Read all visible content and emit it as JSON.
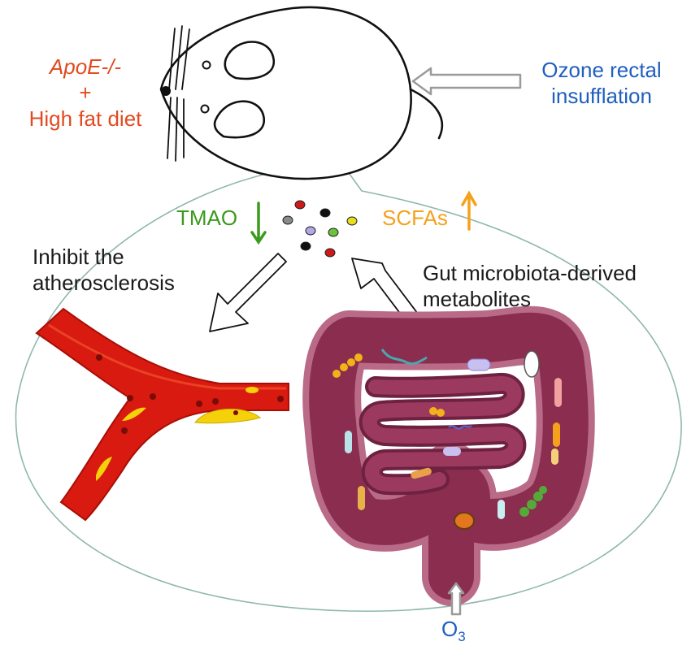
{
  "model": {
    "genotype": "ApoE-/-",
    "plus": "+",
    "diet": "High fat diet"
  },
  "treatment": {
    "line1": "Ozone rectal",
    "line2": "insufflation"
  },
  "metabolites": {
    "tmao": "TMAO",
    "scfas": "SCFAs"
  },
  "effect": {
    "line1": "Inhibit the",
    "line2": "atherosclerosis"
  },
  "source": {
    "line1": "Gut microbiota-derived",
    "line2": "metabolites"
  },
  "ozone": {
    "symbol": "O",
    "subscript": "3"
  },
  "colors": {
    "model_text": "#e24a1f",
    "treatment_text": "#1f5fbf",
    "tmao": "#3c9a1e",
    "scfas": "#f5a11b",
    "artery": "#d81a10",
    "plaque": "#f5d10a",
    "colon": "#8a2d4e",
    "colon_outline": "#b96a86"
  },
  "icons": [
    "mouse-icon",
    "artery-icon",
    "intestine-icon",
    "bacteria-icon",
    "metabolite-dots-icon"
  ]
}
